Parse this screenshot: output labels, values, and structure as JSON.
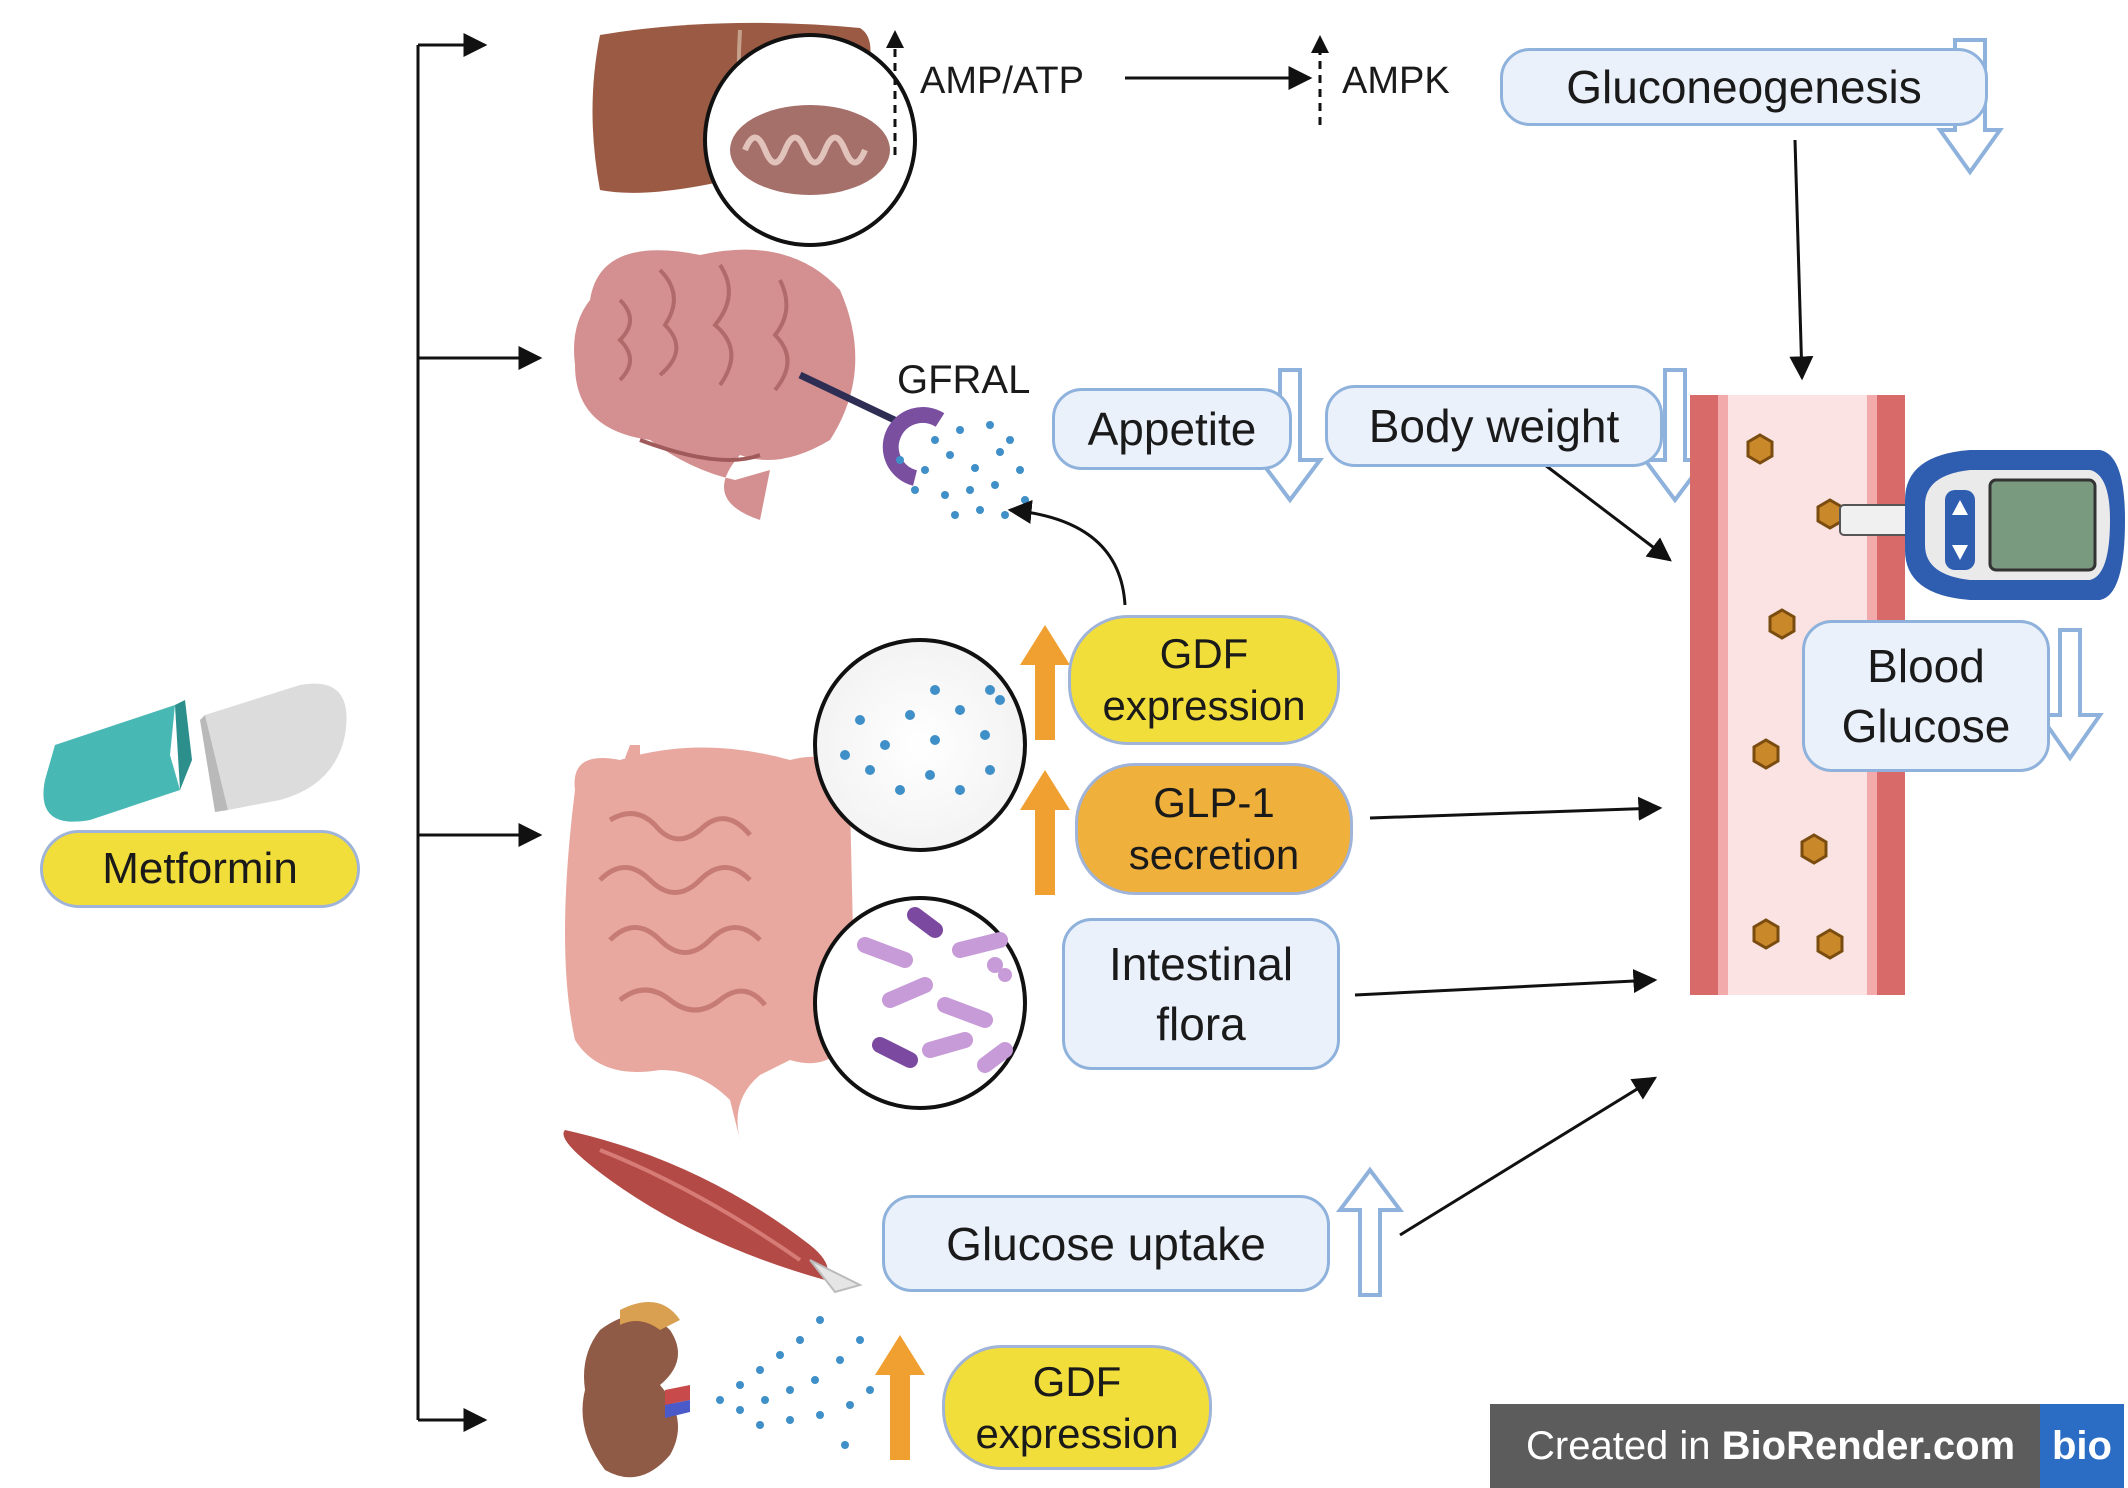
{
  "drug": {
    "label": "Metformin"
  },
  "liver": {
    "amp_atp": "AMP/ATP",
    "ampk": "AMPK",
    "gluconeogenesis": "Gluconeogenesis"
  },
  "brain": {
    "receptor": "GFRAL",
    "appetite": "Appetite",
    "body_weight": "Body weight"
  },
  "intestine": {
    "gdf_expression": "GDF expression",
    "glp1_secretion": "GLP-1 secretion",
    "intestinal_flora": "Intestinal flora"
  },
  "muscle": {
    "glucose_uptake": "Glucose uptake"
  },
  "kidney": {
    "gdf_expression": "GDF expression"
  },
  "blood": {
    "blood_glucose": "Blood Glucose"
  },
  "credit": {
    "prefix": "Created in ",
    "brand": "BioRender.com",
    "logo": "bio"
  },
  "colors": {
    "blue_box": "#eaf1fb",
    "blue_border": "#8fb2dc",
    "yellow_box": "#f2de3b",
    "orange_box": "#f0b03c",
    "up_arrow": "#f0a030",
    "vessel_wall": "#d86a6a",
    "vessel_lumen": "#fbe3e3"
  }
}
